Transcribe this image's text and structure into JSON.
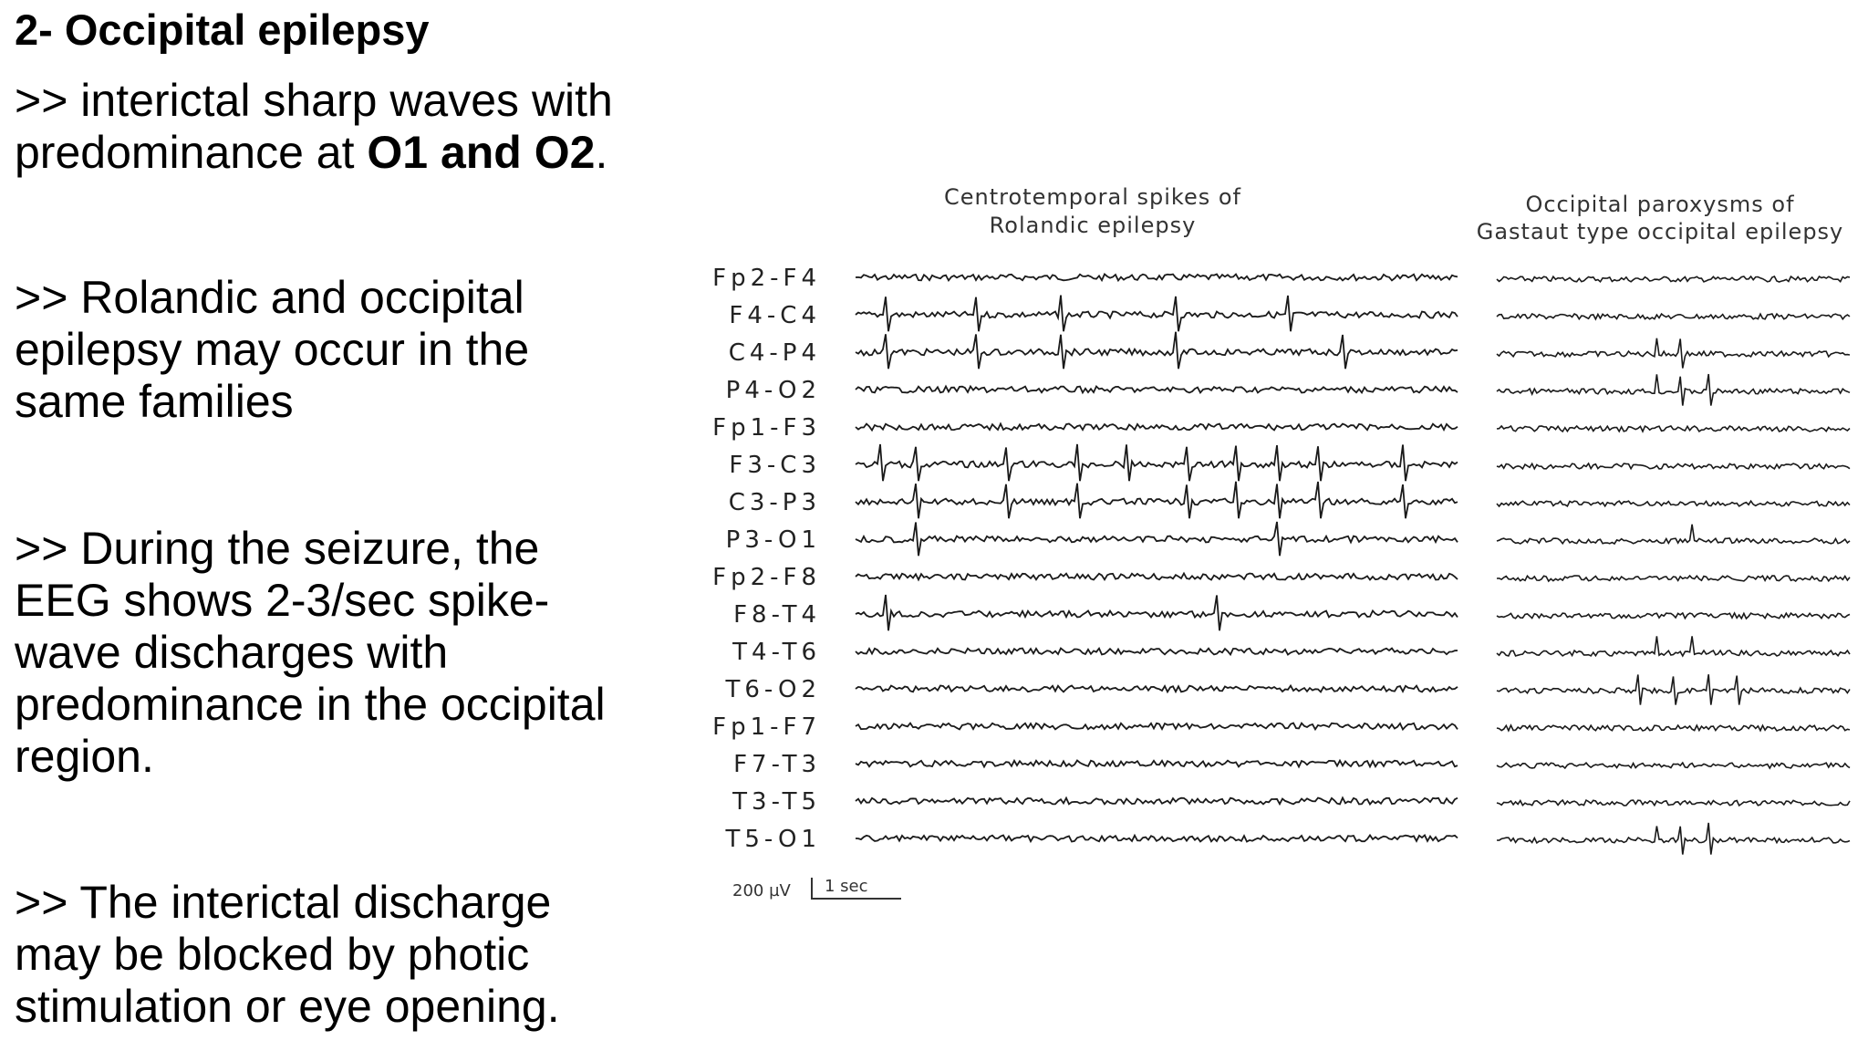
{
  "slide": {
    "title": "2- Occipital epilepsy",
    "bullet1": {
      "line1": ">> interictal sharp waves with",
      "line2_pre": "predominance at ",
      "line2_bold": "O1 and O2",
      "line2_post": "."
    },
    "bullet2": {
      "line1": ">> Rolandic and occipital",
      "line2": "epilepsy may occur in the",
      "line3": "same families"
    },
    "bullet3": {
      "line1": ">> During the seizure, the",
      "line2": "EEG shows 2-3/sec spike-",
      "line3": "wave discharges with",
      "line4": "predominance in the occipital",
      "line5": "region."
    },
    "bullet4": {
      "line1": ">> The interictal discharge",
      "line2": "may be blocked by photic",
      "line3": "stimulation or eye opening."
    }
  },
  "eeg": {
    "left_caption_line1": "Centrotemporal spikes of",
    "left_caption_line2": "Rolandic epilepsy",
    "right_caption_line1": "Occipital paroxysms of",
    "right_caption_line2": "Gastaut type occipital epilepsy",
    "scale_amplitude": "200 µV",
    "scale_time": "1 sec",
    "channels": [
      "Fp2-F4",
      "F4-C4",
      "C4-P4",
      "P4-O2",
      "Fp1-F3",
      "F3-C3",
      "C3-P3",
      "P3-O1",
      "Fp2-F8",
      "F8-T4",
      "T4-T6",
      "T6-O2",
      "Fp1-F7",
      "F7-T3",
      "T3-T5",
      "T5-O1"
    ],
    "trace_color": "#1a1a1a"
  }
}
